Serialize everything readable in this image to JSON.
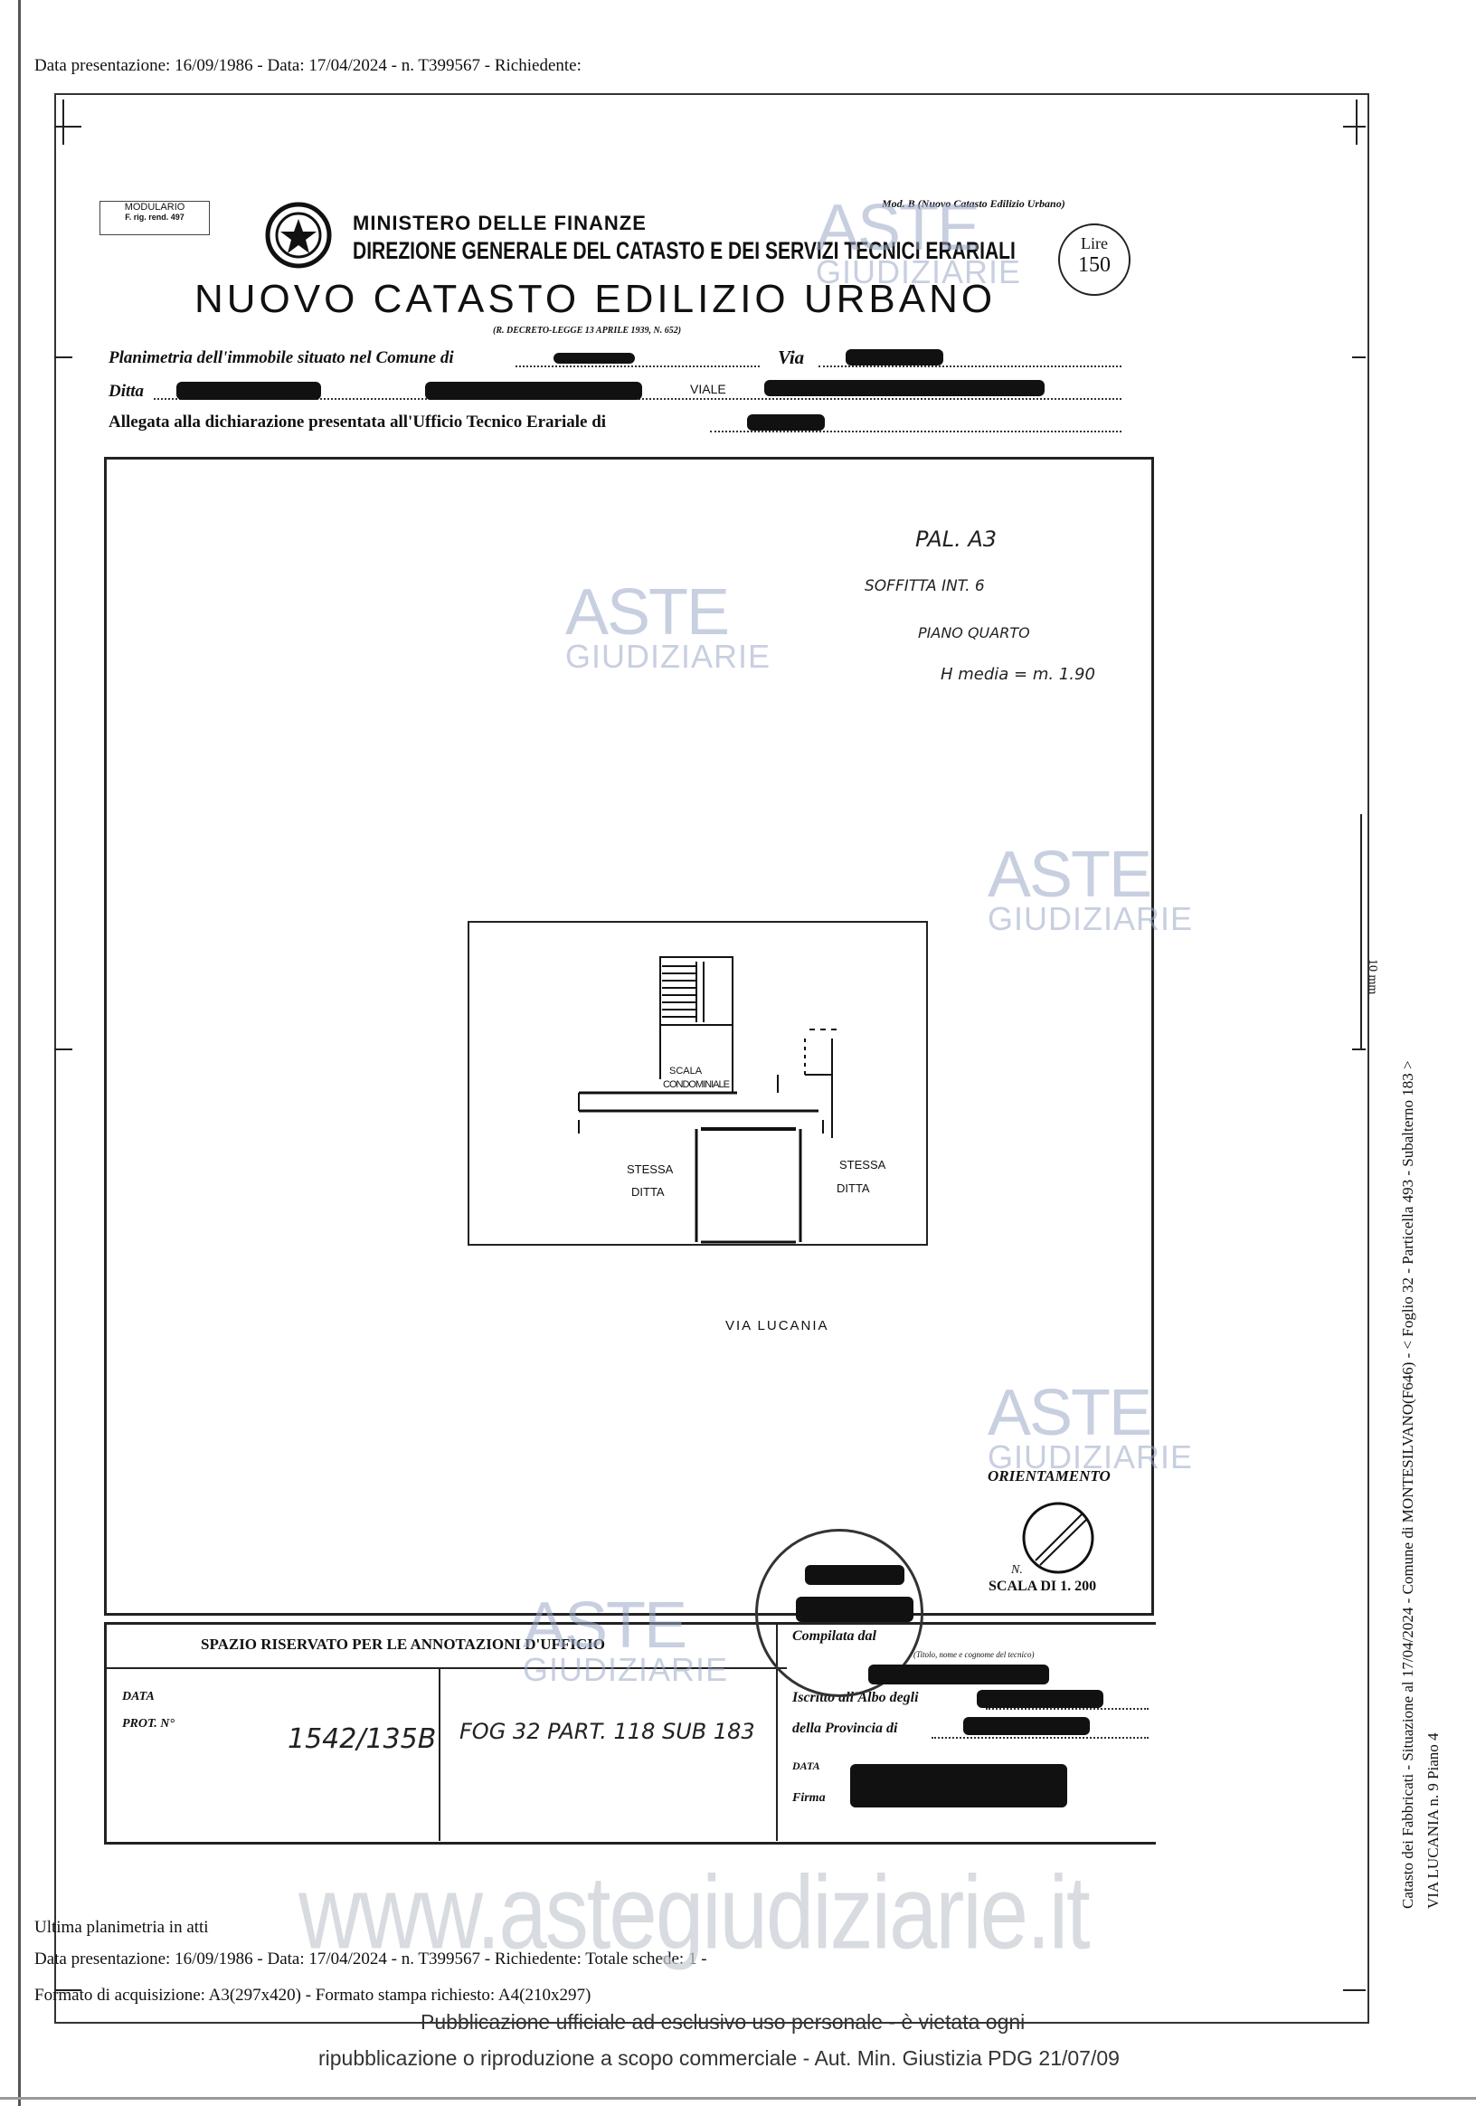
{
  "header_top": "Data presentazione: 16/09/1986 - Data: 17/04/2024 - n. T399567 - Richiedente:",
  "form": {
    "modulario": "MODULARIO",
    "modulario_sub": "F. rig. rend.  497",
    "mod_b": "Mod. B (Nuovo Catasto Edilizio Urbano)",
    "ministry": "MINISTERO DELLE FINANZE",
    "directorate": "DIREZIONE GENERALE DEL CATASTO E DEI SERVIZI TECNICI ERARIALI",
    "title": "NUOVO CATASTO EDILIZIO URBANO",
    "decree": "(R. DECRETO-LEGGE 13 APRILE 1939, N. 652)",
    "lire_label": "Lire",
    "lire_value": "150",
    "line1_label": "Planimetria dell'immobile situato nel Comune di",
    "line1_via": "Via",
    "line2_label": "Ditta",
    "line2_viale": "VIALE",
    "line3_label": "Allegata alla dichiarazione presentata all'Ufficio Tecnico Erariale di"
  },
  "notes": {
    "pal": "PAL. A3",
    "soffitta": "SOFFITTA INT. 6",
    "piano": "PIANO QUARTO",
    "h": "H media = m. 1.90"
  },
  "plan": {
    "scala": "SCALA",
    "condominiale": "CONDOMINIALE",
    "stessa_ditta_left_1": "STESSA",
    "stessa_ditta_left_2": "DITTA",
    "stessa_ditta_right_1": "STESSA",
    "stessa_ditta_right_2": "DITTA",
    "via_lucania": "VIA LUCANIA"
  },
  "orientation": {
    "label": "ORIENTAMENTO",
    "north": "N.",
    "scale": "SCALA DI 1. 200"
  },
  "office": {
    "title": "SPAZIO RISERVATO PER LE ANNOTAZIONI D'UFFICIO",
    "data_label": "DATA",
    "prot_label": "PROT. N°",
    "prot_value": "1542/135B",
    "fog": "FOG 32  PART. 118  SUB 183",
    "compilata": "Compilata dal",
    "compilata_sub": "(Titolo, nome e cognome del tecnico)",
    "iscritto": "Iscritto all'Albo degli",
    "provincia": "della Provincia di",
    "data2": "DATA",
    "firma": "Firma"
  },
  "side_text": {
    "line1": "Catasto dei Fabbricati - Situazione al 17/04/2024 - Comune di MONTESILVANO(F646) - < Foglio 32 - Particella 493 - Subalterno 183 >",
    "line2": "VIA LUCANIA n. 9 Piano 4",
    "unit": "10 mm"
  },
  "footer": {
    "ultima": "Ultima planimetria in atti",
    "line2": "Data presentazione: 16/09/1986 - Data: 17/04/2024 - n. T399567 - Richiedente:  Totale schede: 1 -",
    "line3": "Formato di acquisizione: A3(297x420)  - Formato stampa richiesto: A4(210x297)",
    "pub1": "Pubblicazione ufficiale ad esclusivo uso personale - è vietata ogni",
    "pub2": "ripubblicazione o riproduzione a scopo commerciale - Aut. Min. Giustizia PDG 21/07/09"
  },
  "watermarks": {
    "aste": "ASTE",
    "giudiziarie": "GIUDIZIARIE",
    "site": "www.astegiudiziarie.it"
  }
}
